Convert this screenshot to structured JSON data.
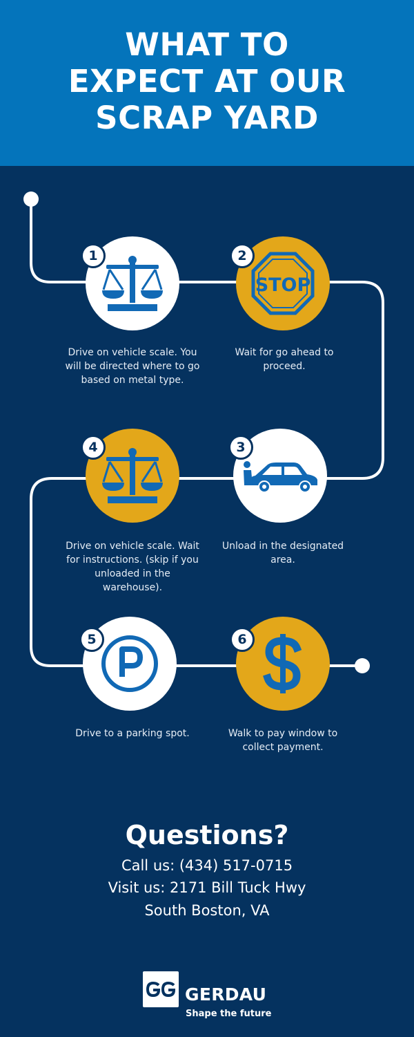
{
  "header": {
    "title_lines": [
      "WHAT TO",
      "EXPECT AT OUR",
      "SCRAP YARD"
    ]
  },
  "steps": [
    {
      "number": "1",
      "icon": "scale-icon",
      "description": "Drive on vehicle scale. You will be directed where to go based on metal type."
    },
    {
      "number": "2",
      "icon": "stop-sign-icon",
      "sign_text": "STOP",
      "description": "Wait for go ahead to proceed."
    },
    {
      "number": "3",
      "icon": "car-icon",
      "description": "Unload in the designated area."
    },
    {
      "number": "4",
      "icon": "scale-icon",
      "description": "Drive on  vehicle scale. Wait for instructions. (skip if you unloaded in the warehouse)."
    },
    {
      "number": "5",
      "icon": "parking-icon",
      "description": "Drive to a parking spot."
    },
    {
      "number": "6",
      "icon": "dollar-icon",
      "description": "Walk to pay window to collect payment."
    }
  ],
  "questions": {
    "title": "Questions?",
    "phone": "Call us: (434) 517-0715",
    "address_line1": "Visit us: 2171 Bill Tuck Hwy",
    "address_line2": "South Boston, VA"
  },
  "brand": {
    "name": "GERDAU",
    "tagline": "Shape the future"
  },
  "colors": {
    "header_blue": "#0474bb",
    "background_navy": "#05325f",
    "accent_gold": "#e3a71a",
    "icon_blue": "#1169b5"
  }
}
